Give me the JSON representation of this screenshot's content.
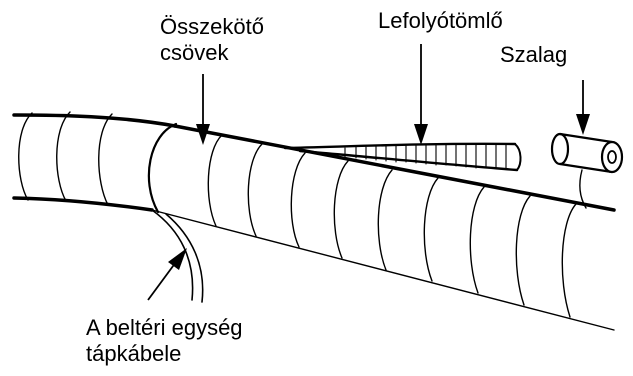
{
  "diagram": {
    "labels": {
      "connecting_pipes": [
        "Összekötő",
        "csövek"
      ],
      "drain_hose": "Lefolyótömlő",
      "tape": "Szalag",
      "indoor_unit_power_cable": [
        "A beltéri egység",
        "tápkábele"
      ]
    },
    "colors": {
      "stroke": "#000000",
      "background": "#ffffff"
    }
  }
}
